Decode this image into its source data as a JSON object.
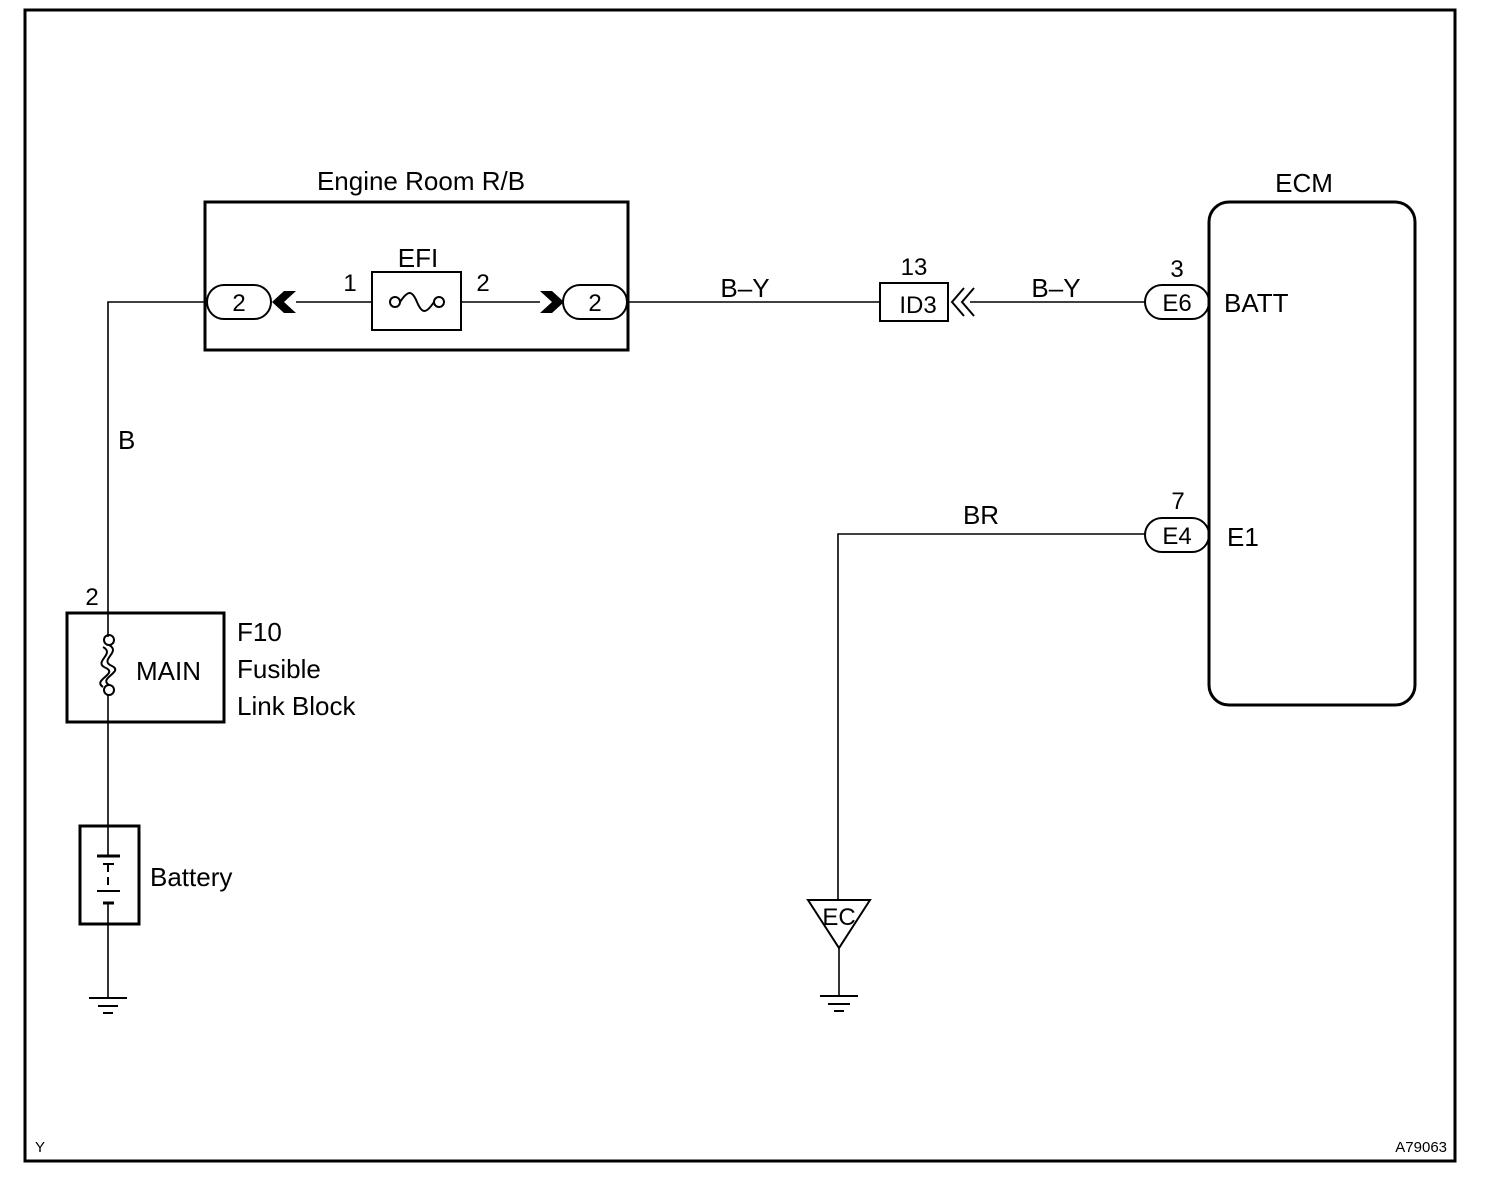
{
  "diagram": {
    "frame_corner_left": "Y",
    "frame_corner_right": "A79063",
    "relay_block": {
      "title": "Engine Room R/B",
      "fuse_name": "EFI",
      "fuse_pin_left": "1",
      "fuse_pin_right": "2",
      "conn_left": "2",
      "conn_right": "2"
    },
    "wires": {
      "b_y_left": "B–Y",
      "b_y_right": "B–Y",
      "b": "B",
      "br": "BR"
    },
    "junction": {
      "code": "ID3",
      "pin": "13"
    },
    "ecm": {
      "title": "ECM",
      "batt_conn": "E6",
      "batt_pin": "3",
      "batt_terminal": "BATT",
      "e1_conn": "E4",
      "e1_pin": "7",
      "e1_terminal": "E1"
    },
    "fusible_link": {
      "pin": "2",
      "fuse_name": "MAIN",
      "code": "F10",
      "name_line1": "Fusible",
      "name_line2": "Link Block"
    },
    "battery": {
      "label": "Battery"
    },
    "ground": {
      "code": "EC"
    }
  }
}
